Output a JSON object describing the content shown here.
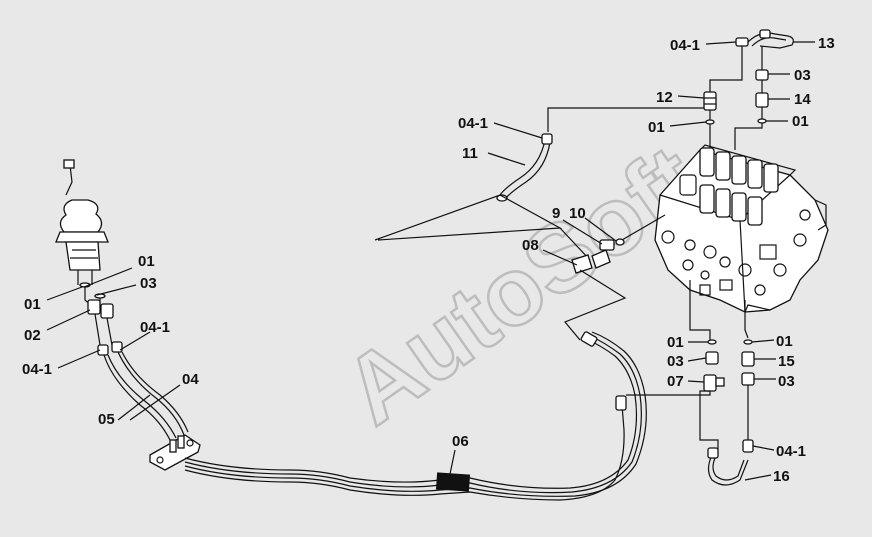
{
  "watermark": "AutoSoft",
  "callouts": [
    {
      "id": "c1",
      "text": "04-1"
    },
    {
      "id": "c2",
      "text": "13"
    },
    {
      "id": "c3",
      "text": "03"
    },
    {
      "id": "c4",
      "text": "12"
    },
    {
      "id": "c5",
      "text": "14"
    },
    {
      "id": "c6",
      "text": "04-1"
    },
    {
      "id": "c7",
      "text": "01"
    },
    {
      "id": "c8",
      "text": "01"
    },
    {
      "id": "c9",
      "text": "11"
    },
    {
      "id": "c10",
      "text": "9"
    },
    {
      "id": "c11",
      "text": "10"
    },
    {
      "id": "c12",
      "text": "08"
    },
    {
      "id": "c13",
      "text": "01"
    },
    {
      "id": "c14",
      "text": "03"
    },
    {
      "id": "c15",
      "text": "01"
    },
    {
      "id": "c16",
      "text": "02"
    },
    {
      "id": "c17",
      "text": "04-1"
    },
    {
      "id": "c18",
      "text": "04-1"
    },
    {
      "id": "c19",
      "text": "04"
    },
    {
      "id": "c20",
      "text": "05"
    },
    {
      "id": "c21",
      "text": "06"
    },
    {
      "id": "c22",
      "text": "01"
    },
    {
      "id": "c23",
      "text": "01"
    },
    {
      "id": "c24",
      "text": "03"
    },
    {
      "id": "c25",
      "text": "15"
    },
    {
      "id": "c26",
      "text": "07"
    },
    {
      "id": "c27",
      "text": "03"
    },
    {
      "id": "c28",
      "text": "04-1"
    },
    {
      "id": "c29",
      "text": "16"
    }
  ]
}
